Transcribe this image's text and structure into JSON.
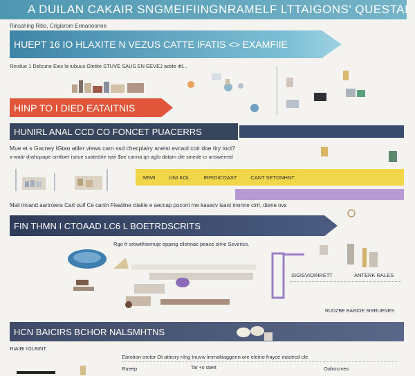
{
  "title_banner": "A DUILAN CAKAIR SNGMEIFIINGNRAMELF LTTAIGONS' QUESTAICITE",
  "subtitle": "Rinsshing Ritio, Crigisrom Ermanoonne",
  "section1": {
    "heading": "HUEPT 16 IO  HLAXITE N VEZUS CATTE IFATIS <> EXAMFIIE"
  },
  "row1_text": "Rinslue 1 Delcune Exis  la   iubuus Gletite STUVE SAUS EN EEVEJ        actite ittl...",
  "section2": {
    "heading": "HINP TO I DIED  EATAITNIS"
  },
  "section3": {
    "heading": "HUNIRL ANAL CCD CO FONCET PUACERRS"
  },
  "para1": "Mue et s Gacney IGtao atiler views carn ssd checpiairy anelst evcaol coir doe tiry toct?",
  "para1b": "x-watir drahcpape omtloer iseue suatedrie nari $oe canna qn aglo datam die sinede cr    answerred",
  "yellow_items": [
    "SEMI",
    "UNI KOL",
    "IRPIDICOAST",
    "CANT SETONHNT"
  ],
  "para2": "Mali inoand aartroiers Cart  ouif  Ce canin Fleatiine ciiaiiie e aeccap pocont me kasecv isant morine cirri, diene ovs",
  "section4": {
    "heading": "FIN THMN I CTOAAD LC6 L BOETRDSCRITS"
  },
  "para3": "Rgo fr srowtihiernuje epping ciletmac peace  oline Severics.",
  "label_1": "SIGISVIOINRETT",
  "label_2": "ANTERK RALES",
  "label_3": "RUDZBE BARIOE SIRRUENES",
  "section5": {
    "heading": "HCN BAICIRS  BCHOR NALSMHTNS"
  },
  "rb_text": "RIAIBI IOLBINT.",
  "footer_text": "Earotion orctor Ot atticiry rilng tnuvw lmmakiaggenn ore eleirio frayce inactrcd cle",
  "col_labels": [
    "Rueep",
    "Tar +o sbett",
    "Oalrocrves"
  ],
  "colors": {
    "title_band": "#5fa5bd",
    "section1_band": "#4f97b7",
    "section2_band": "#e1553b",
    "navy_band": "#37455d",
    "yellow_band": "#f2d64a",
    "lavender_band": "#b89ad3"
  }
}
